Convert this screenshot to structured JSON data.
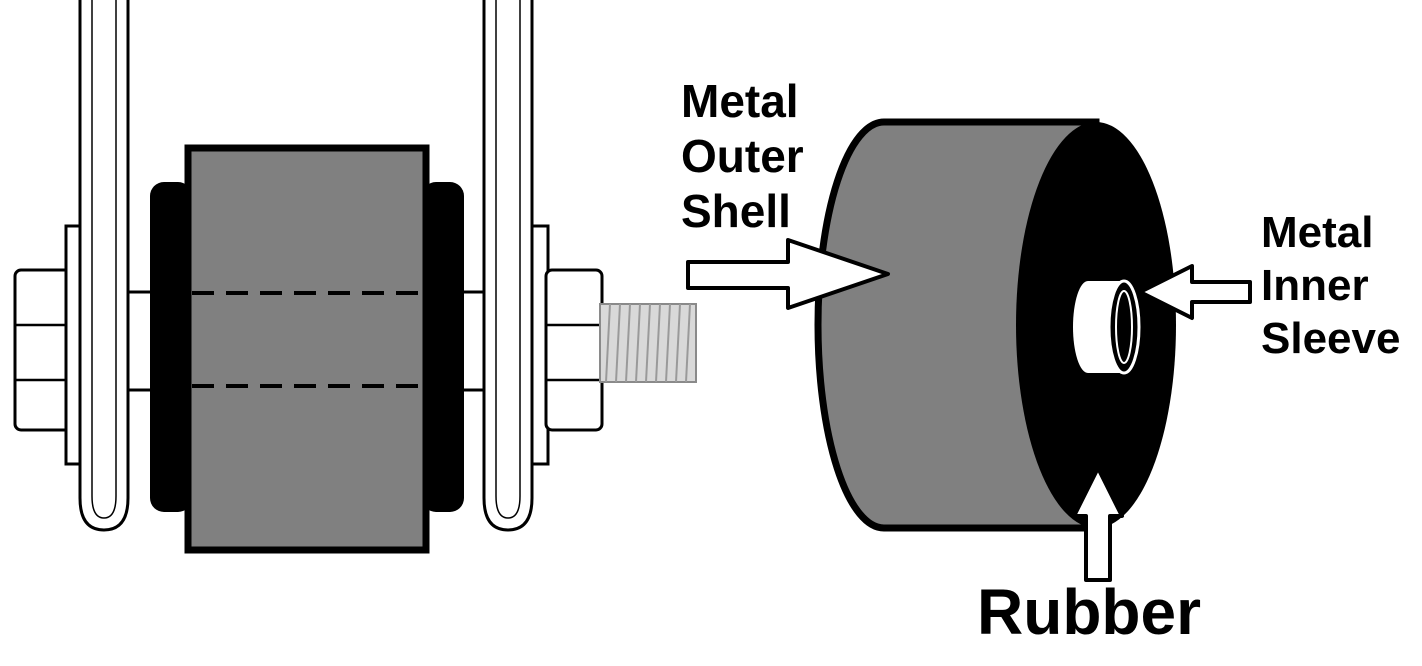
{
  "labels": {
    "outer_shell": [
      "Metal",
      "Outer",
      "Shell"
    ],
    "inner_sleeve": [
      "Metal",
      "Inner",
      "Sleeve"
    ],
    "rubber": "Rubber"
  },
  "colors": {
    "background": "#ffffff",
    "outline": "#000000",
    "rubber_gray": "#808080",
    "bolt_metal": "#d9d9d9"
  }
}
